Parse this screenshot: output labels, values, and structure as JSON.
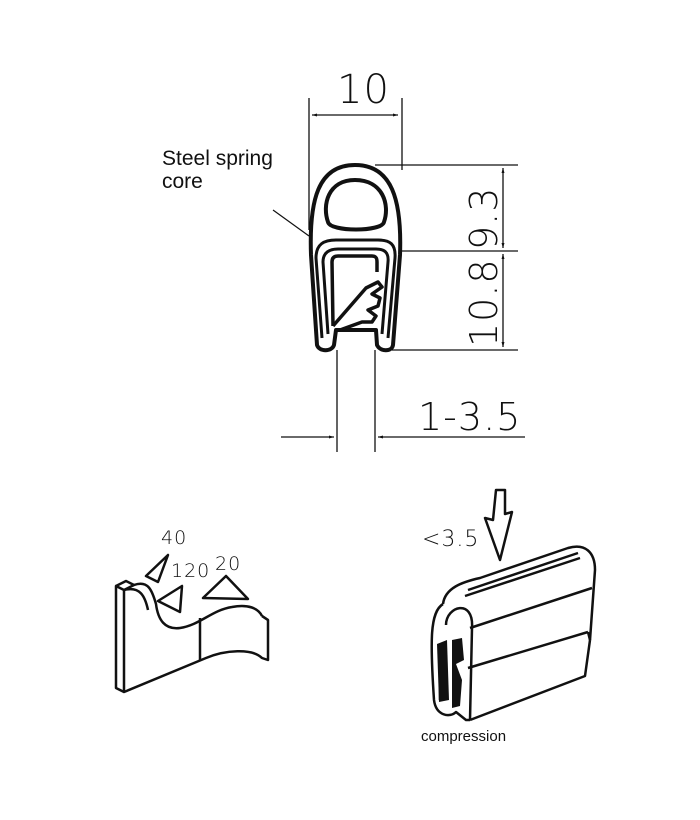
{
  "main_profile": {
    "callout_label_line1": "Steel spring",
    "callout_label_line2": "core",
    "dim_width": "10",
    "dim_upper_height": "9.3",
    "dim_total_height": "10.8",
    "dim_clamp_range": "1-3.5"
  },
  "detail_fin": {
    "angle_top": "40",
    "angle_mid": "120",
    "angle_right": "20"
  },
  "detail_compression": {
    "force_label": "<3.5",
    "caption": "compression"
  }
}
